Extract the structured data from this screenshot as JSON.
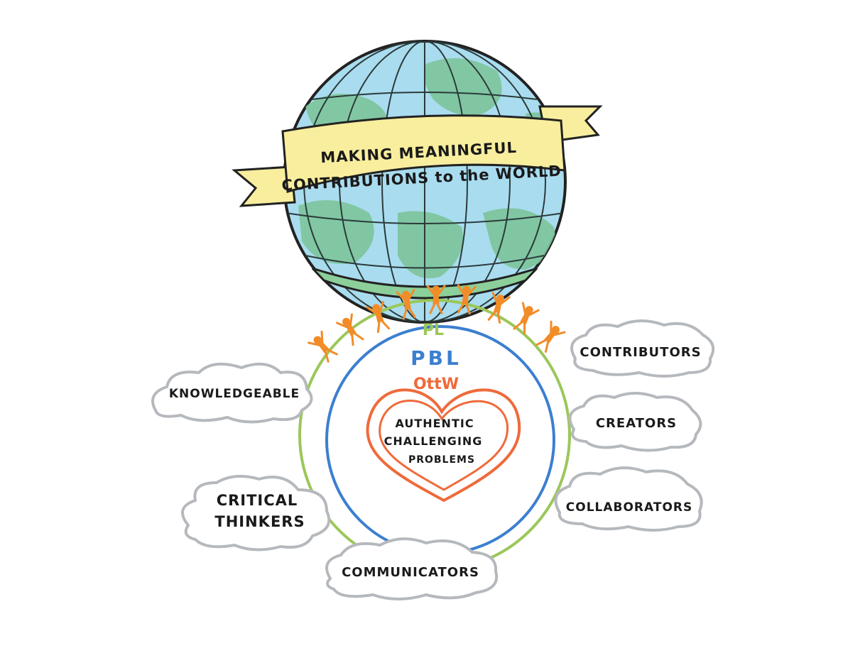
{
  "banner": {
    "line1": "MAKING MEANINGFUL",
    "line2": "CONTRIBUTIONS to the WORLD"
  },
  "rings": {
    "outer_label": "PL",
    "middle_label": "PBL",
    "inner_label": "OttW"
  },
  "heart": {
    "line1": "AUTHENTIC",
    "line2": "CHALLENGING",
    "line3": "PROBLEMS"
  },
  "clouds": {
    "knowledgeable": "KNOWLEDGEABLE",
    "critical_line1": "CRITICAL",
    "critical_line2": "THINKERS",
    "communicators": "COMMUNICATORS",
    "contributors": "CONTRIBUTORS",
    "creators": "CREATORS",
    "collaborators": "COLLABORATORS"
  },
  "colors": {
    "globe_water": "#a9dcef",
    "globe_land": "#7cc49a",
    "banner": "#f8ee9e",
    "outer_ring": "#9bc75a",
    "middle_ring": "#3b7fd0",
    "inner_ring": "#ef6a3a",
    "people": "#f28c28",
    "cloud_shadow": "#b5b9bd"
  }
}
